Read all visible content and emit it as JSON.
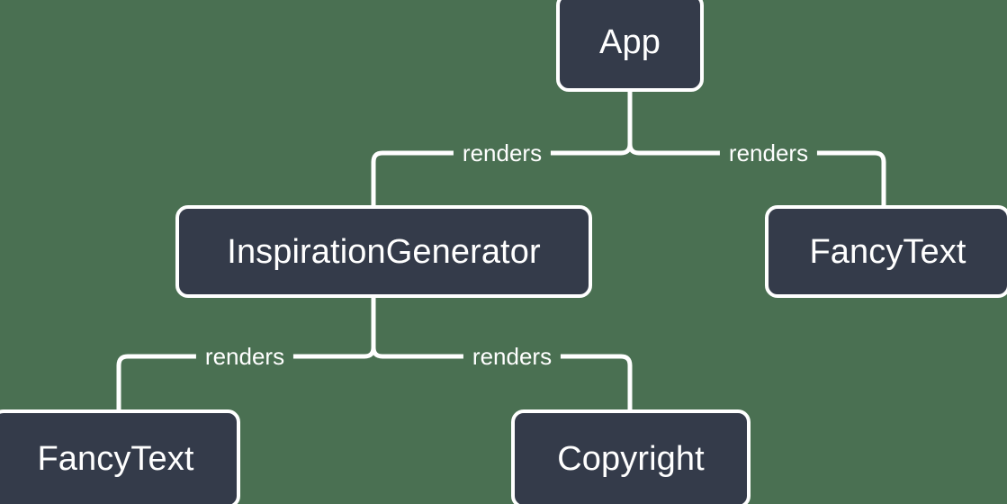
{
  "diagram": {
    "type": "component-tree",
    "background_color": "#4a7052",
    "node_fill_color": "#343b4a",
    "node_border_color": "#ffffff",
    "connector_color": "#ffffff",
    "text_color": "#ffffff",
    "nodes": [
      {
        "id": "app",
        "label": "App"
      },
      {
        "id": "inspiration_generator",
        "label": "InspirationGenerator"
      },
      {
        "id": "fancytext_right",
        "label": "FancyText"
      },
      {
        "id": "fancytext_left",
        "label": "FancyText"
      },
      {
        "id": "copyright",
        "label": "Copyright"
      }
    ],
    "edges": [
      {
        "from": "app",
        "to": "inspiration_generator",
        "label": "renders"
      },
      {
        "from": "app",
        "to": "fancytext_right",
        "label": "renders"
      },
      {
        "from": "inspiration_generator",
        "to": "fancytext_left",
        "label": "renders"
      },
      {
        "from": "inspiration_generator",
        "to": "copyright",
        "label": "renders"
      }
    ]
  }
}
